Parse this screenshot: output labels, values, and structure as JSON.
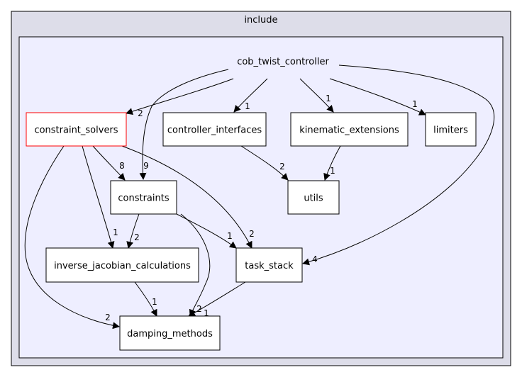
{
  "outer_cluster": {
    "label": "include"
  },
  "inner_cluster": {
    "label": "cob_twist_controller"
  },
  "nodes": [
    {
      "id": "constraint_solvers",
      "label": "constraint_solvers",
      "highlight": true
    },
    {
      "id": "controller_interfaces",
      "label": "controller_interfaces"
    },
    {
      "id": "kinematic_extensions",
      "label": "kinematic_extensions"
    },
    {
      "id": "limiters",
      "label": "limiters"
    },
    {
      "id": "constraints",
      "label": "constraints"
    },
    {
      "id": "utils",
      "label": "utils"
    },
    {
      "id": "inverse_jacobian_calculations",
      "label": "inverse_jacobian_calculations"
    },
    {
      "id": "task_stack",
      "label": "task_stack"
    },
    {
      "id": "damping_methods",
      "label": "damping_methods"
    }
  ],
  "edges": [
    {
      "from": "cob_twist_controller",
      "to": "constraint_solvers",
      "label": "2"
    },
    {
      "from": "cob_twist_controller",
      "to": "controller_interfaces",
      "label": "1"
    },
    {
      "from": "cob_twist_controller",
      "to": "kinematic_extensions",
      "label": "1"
    },
    {
      "from": "cob_twist_controller",
      "to": "limiters",
      "label": "1"
    },
    {
      "from": "cob_twist_controller",
      "to": "constraints",
      "label": "9"
    },
    {
      "from": "cob_twist_controller",
      "to": "task_stack",
      "label": "4"
    },
    {
      "from": "constraint_solvers",
      "to": "constraints",
      "label": "8"
    },
    {
      "from": "constraint_solvers",
      "to": "inverse_jacobian_calculations",
      "label": "1"
    },
    {
      "from": "constraint_solvers",
      "to": "task_stack",
      "label": "2"
    },
    {
      "from": "constraint_solvers",
      "to": "damping_methods",
      "label": "2"
    },
    {
      "from": "controller_interfaces",
      "to": "utils",
      "label": "2"
    },
    {
      "from": "kinematic_extensions",
      "to": "utils",
      "label": "1"
    },
    {
      "from": "constraints",
      "to": "inverse_jacobian_calculations",
      "label": "2"
    },
    {
      "from": "constraints",
      "to": "task_stack",
      "label": "1"
    },
    {
      "from": "constraints",
      "to": "damping_methods",
      "label": "2"
    },
    {
      "from": "inverse_jacobian_calculations",
      "to": "damping_methods",
      "label": "1"
    },
    {
      "from": "task_stack",
      "to": "damping_methods",
      "label": "1"
    }
  ],
  "colors": {
    "outer_fill": "#dddde9",
    "inner_fill": "#eeeeff",
    "highlight_border": "#ff0000",
    "node_border": "#000000"
  }
}
